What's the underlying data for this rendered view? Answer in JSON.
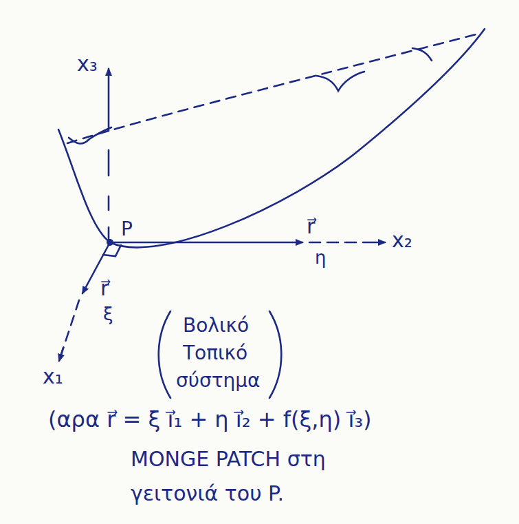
{
  "diagram": {
    "labels": [
      "x₃",
      "P",
      "r⃗",
      "η",
      "x₂",
      "r⃗",
      "ξ",
      "x₁",
      "Βολικό",
      "Τοπικό",
      "σύστημα",
      "(αρα r⃗ = ξ i⃗₁ + η i⃗₂ + f(ξ,η) i⃗₃)",
      "MONGE PATCH στη",
      "γειτονιά του P."
    ]
  }
}
